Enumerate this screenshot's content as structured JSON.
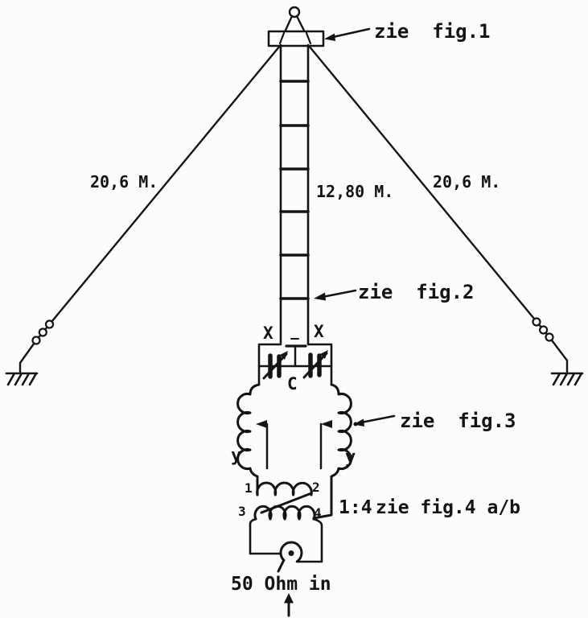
{
  "colors": {
    "ink": "#141414",
    "paper": "#fcfcfa"
  },
  "annotations": {
    "fig1": "zie  fig.1",
    "fig2": "zie  fig.2",
    "fig3": "zie  fig.3",
    "fig4_ratio": "1:4",
    "fig4_ref": "zie fig.4 a/b"
  },
  "dimensions": {
    "guy_left": "20,6 M.",
    "mast": "12,80 M.",
    "guy_right": "20,6 M."
  },
  "terminals": {
    "x_left": "X",
    "x_right": "X",
    "capacitor": "C",
    "y_left": "y",
    "y_right": "y",
    "winding_1": "1",
    "winding_2": "2",
    "winding_3": "3",
    "winding_4": "4"
  },
  "feed": {
    "label": "50 Ohm in"
  }
}
